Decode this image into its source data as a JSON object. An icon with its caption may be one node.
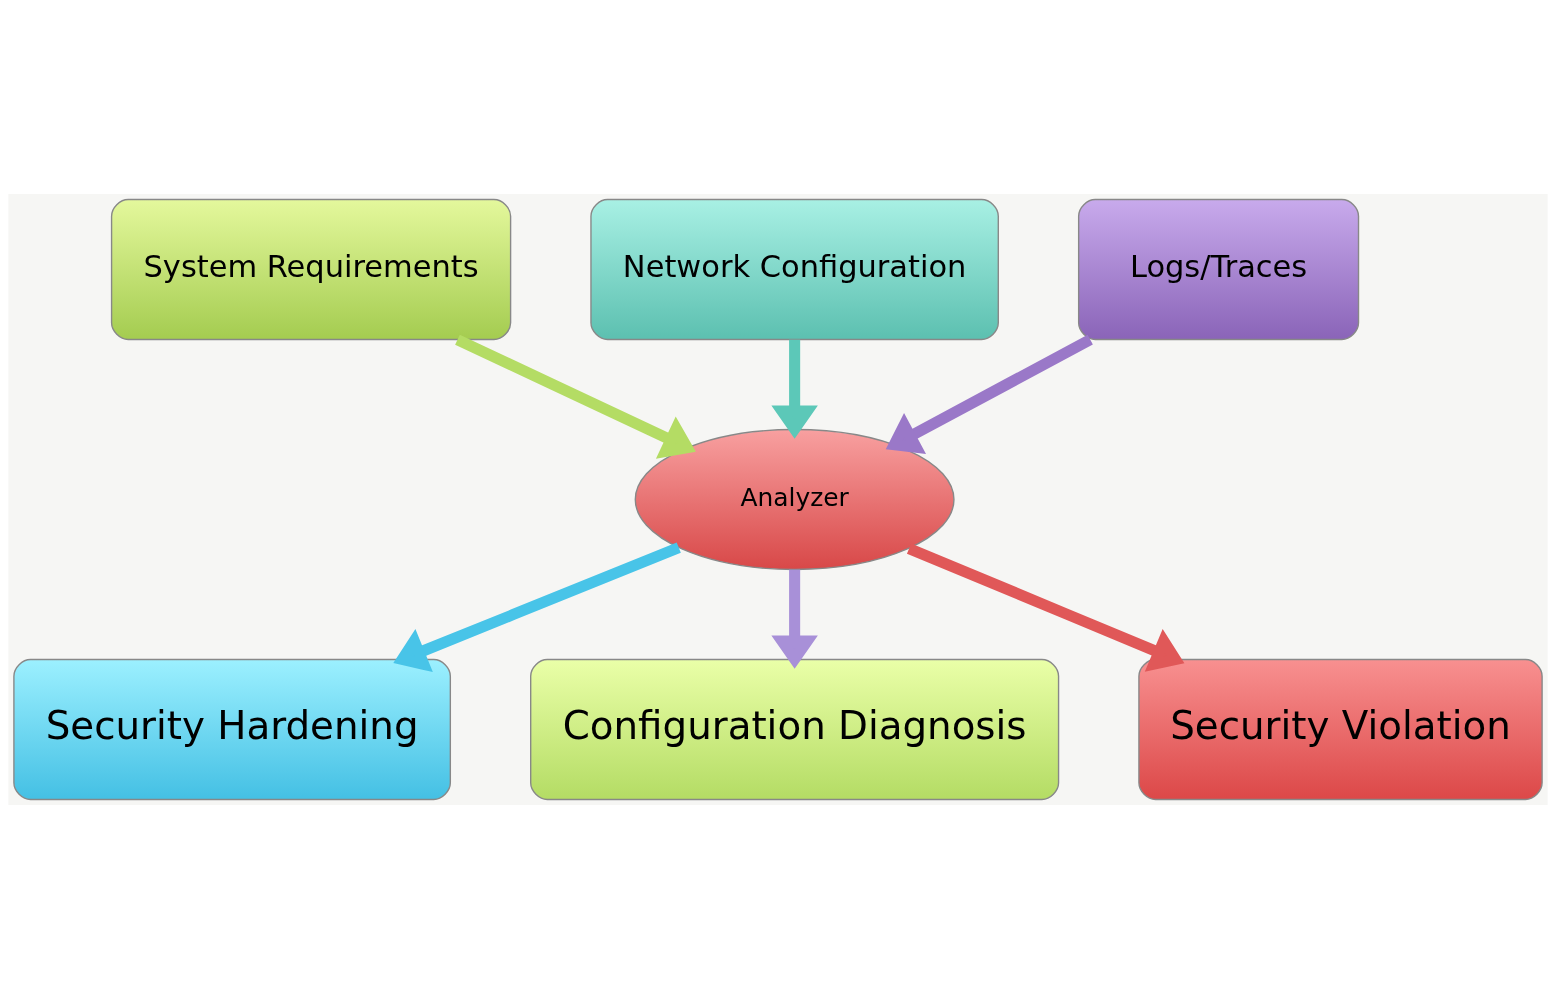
{
  "diagram": {
    "nodes": [
      {
        "text": [
          "Network Configuration"
        ]
      },
      {
        "text": [
          "System Requirements"
        ]
      },
      {
        "text": [
          "Logs/Traces"
        ]
      },
      {
        "text": [
          "Analyzer"
        ]
      },
      {
        "text": [
          "Security Hardening"
        ]
      },
      {
        "text": [
          "Configuration Diagnosis"
        ]
      },
      {
        "text": [
          "Security Violation"
        ]
      }
    ],
    "edges": [
      {
        "from": 0,
        "to": 3,
        "arrow": "to",
        "color": "#5cc8b8"
      },
      {
        "from": 1,
        "to": 3,
        "arrow": "to",
        "color": "#b4dc64"
      },
      {
        "from": 2,
        "to": 3,
        "arrow": "to",
        "color": "#9a78c8"
      },
      {
        "from": 3,
        "to": 4,
        "arrow": "to",
        "color": "#48c4e8"
      },
      {
        "from": 3,
        "to": 5,
        "arrow": "to",
        "color": "#a890d8"
      },
      {
        "from": 3,
        "to": 6,
        "arrow": "to",
        "color": "#e05858"
      }
    ]
  }
}
